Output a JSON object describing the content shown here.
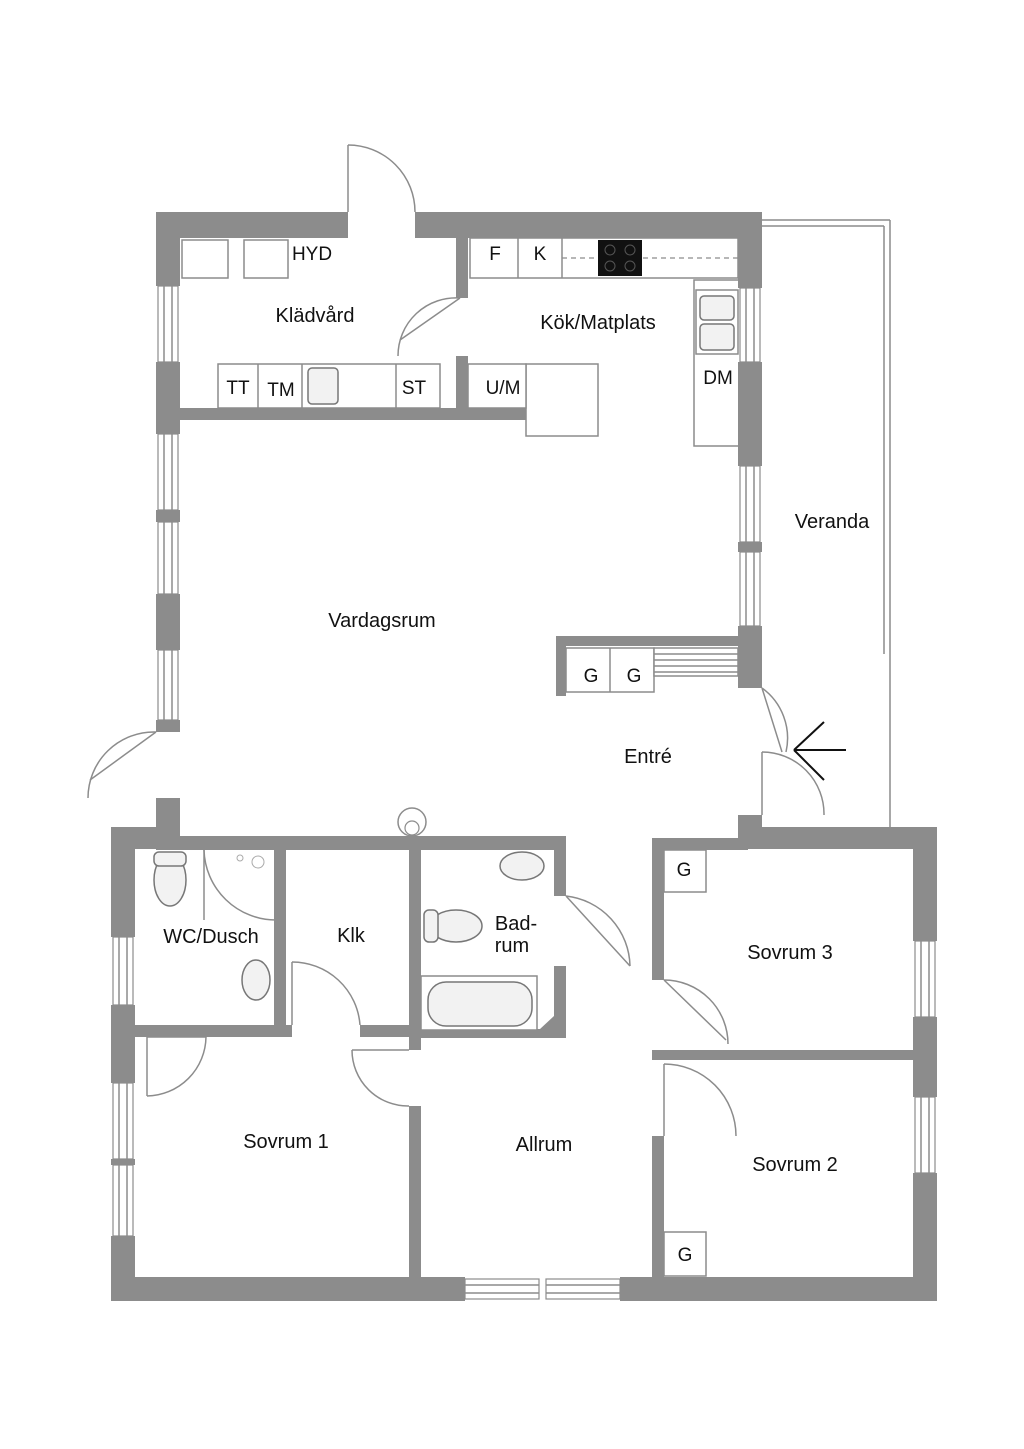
{
  "rooms": {
    "kladvard": "Klädvård",
    "kok": "Kök/Matplats",
    "veranda": "Veranda",
    "vardagsrum": "Vardagsrum",
    "entre": "Entré",
    "wc": "WC/Dusch",
    "klk": "Klk",
    "bad_line1": "Bad-",
    "bad_line2": "rum",
    "sovrum3": "Sovrum 3",
    "sovrum1": "Sovrum 1",
    "allrum": "Allrum",
    "sovrum2": "Sovrum 2"
  },
  "fixtures": {
    "hyd": "HYD",
    "f": "F",
    "k": "K",
    "dm": "DM",
    "tt": "TT",
    "tm": "TM",
    "st": "ST",
    "um": "U/M",
    "g_entre_1": "G",
    "g_entre_2": "G",
    "g_sovrum3": "G",
    "g_sovrum2": "G"
  },
  "colors": {
    "wall": "#8c8c8c",
    "background": "#ffffff",
    "text": "#111111"
  }
}
